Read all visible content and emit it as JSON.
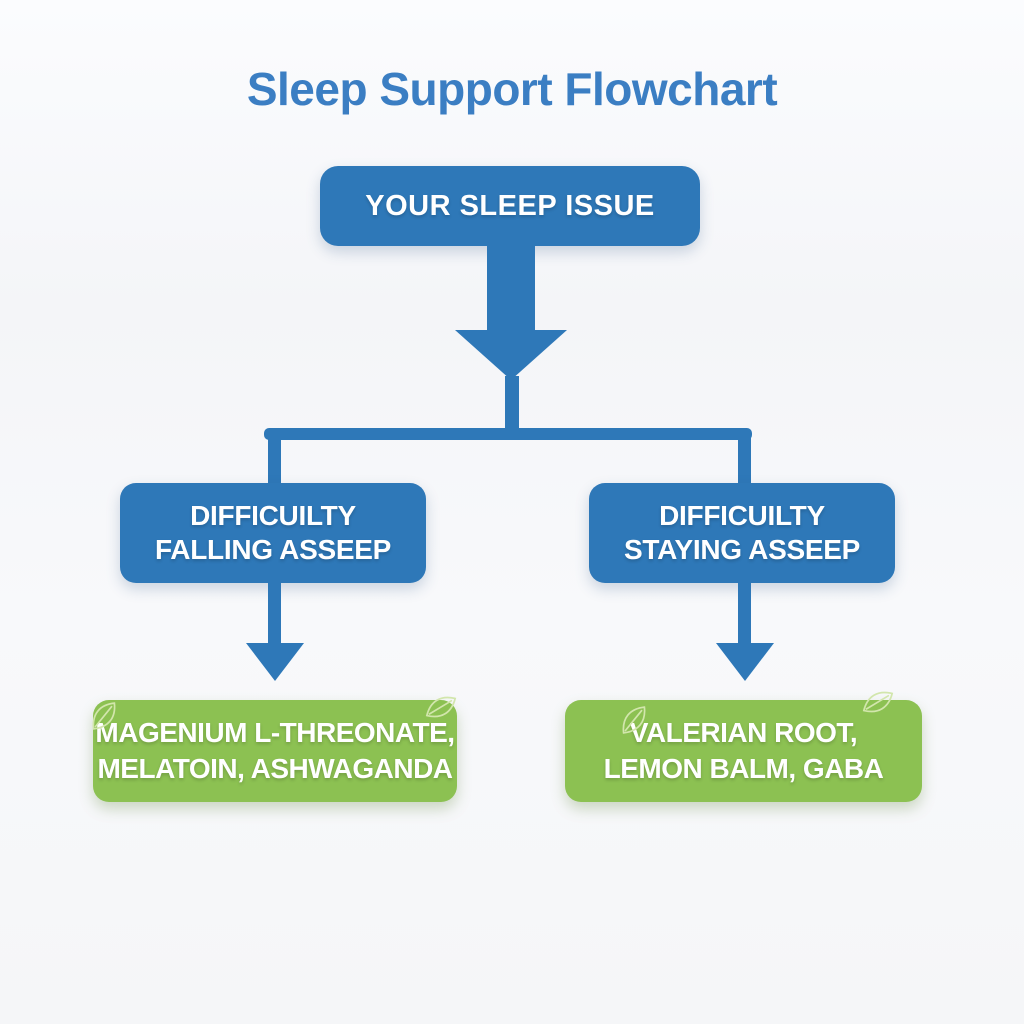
{
  "title": "Sleep Support Flowchart",
  "colors": {
    "title_text": "#3b7ec3",
    "node_blue": "#2e78b8",
    "node_green": "#8cc152",
    "connector_blue": "#2e78b8",
    "leaf_outline": "#d2e6ac",
    "node_text": "#ffffff",
    "background": "#f7f8fa"
  },
  "nodes": {
    "root": {
      "label": "YOUR SLEEP ISSUE"
    },
    "branch_left": {
      "line1": "DIFFICUILTY",
      "line2": "FALLING ASSEEP"
    },
    "branch_right": {
      "line1": "DIFFICUILTY",
      "line2": "STAYING ASSEEP"
    },
    "result_left": {
      "line1": "MAGENIUM L-THREONATE,",
      "line2": "MELATOIN, ASHWAGANDA"
    },
    "result_right": {
      "line1": "VALERIAN ROOT,",
      "line2": "LEMON BALM, GABA"
    }
  },
  "icons": {
    "leaf": "leaf-outline"
  }
}
